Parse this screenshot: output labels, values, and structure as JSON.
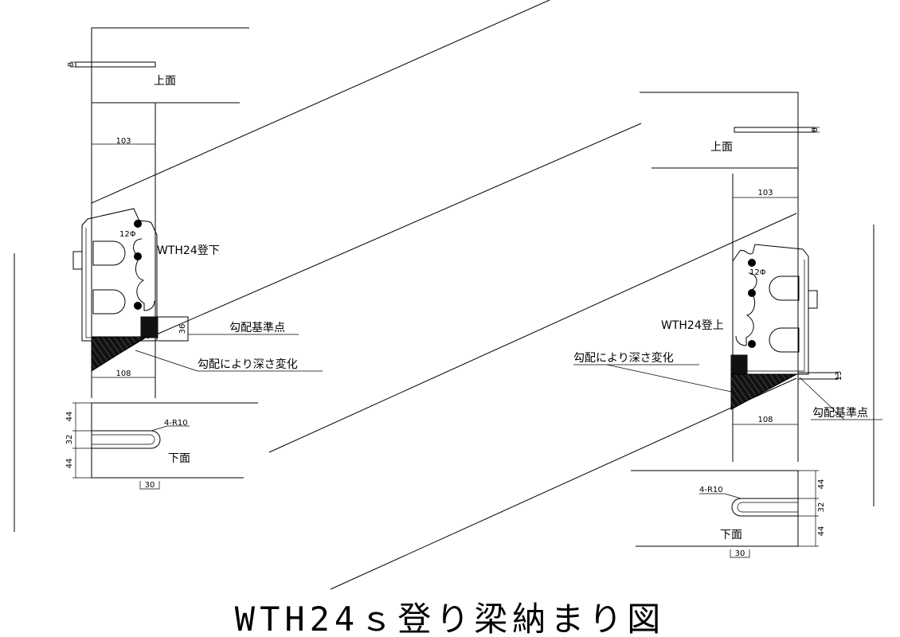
{
  "title": "WTH24ｓ登り梁納まり図",
  "left": {
    "top_face": "上面",
    "bottom_face": "下面",
    "model": "WTH24登下",
    "pin": "12Φ",
    "ref_point": "勾配基準点",
    "depth_note": "勾配により深さ変化",
    "slot": "4-R10",
    "dims": {
      "top_slot": "8",
      "width": "103",
      "base": "108",
      "seat": "36",
      "d1": "44",
      "d2": "32",
      "d3": "44",
      "d4": "30"
    }
  },
  "right": {
    "top_face": "上面",
    "bottom_face": "下面",
    "model": "WTH24登上",
    "pin": "12Φ",
    "ref_point": "勾配基準点",
    "depth_note": "勾配により深さ変化",
    "slot": "4-R10",
    "dims": {
      "top_slot": "8",
      "width": "103",
      "base": "108",
      "seat": "13",
      "d1": "44",
      "d2": "32",
      "d3": "44",
      "d4": "30"
    }
  }
}
